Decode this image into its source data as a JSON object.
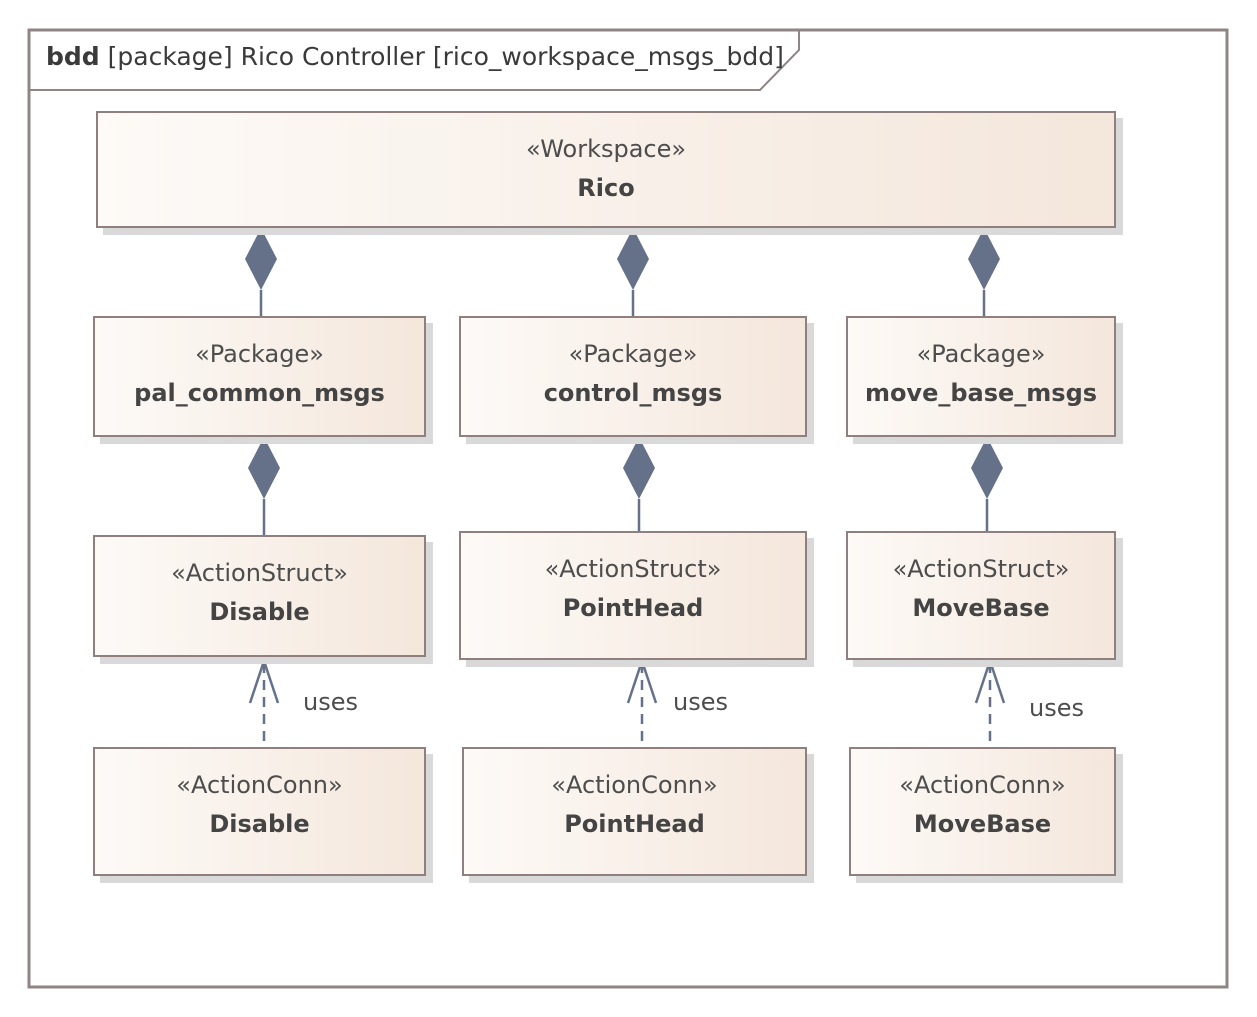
{
  "frame": {
    "kind": "bdd",
    "title": "[package] Rico Controller [rico_workspace_msgs_bdd]"
  },
  "blocks": {
    "rico": {
      "stereotype": "«Workspace»",
      "name": "Rico"
    },
    "pal_common_msgs": {
      "stereotype": "«Package»",
      "name": "pal_common_msgs"
    },
    "control_msgs": {
      "stereotype": "«Package»",
      "name": "control_msgs"
    },
    "move_base_msgs": {
      "stereotype": "«Package»",
      "name": "move_base_msgs"
    },
    "disable_struct": {
      "stereotype": "«ActionStruct»",
      "name": "Disable"
    },
    "pointhead_struct": {
      "stereotype": "«ActionStruct»",
      "name": "PointHead"
    },
    "movebase_struct": {
      "stereotype": "«ActionStruct»",
      "name": "MoveBase"
    },
    "disable_conn": {
      "stereotype": "«ActionConn»",
      "name": "Disable"
    },
    "pointhead_conn": {
      "stereotype": "«ActionConn»",
      "name": "PointHead"
    },
    "movebase_conn": {
      "stereotype": "«ActionConn»",
      "name": "MoveBase"
    }
  },
  "relations": {
    "composition": [
      {
        "from": "Rico",
        "to": "pal_common_msgs"
      },
      {
        "from": "Rico",
        "to": "control_msgs"
      },
      {
        "from": "Rico",
        "to": "move_base_msgs"
      },
      {
        "from": "pal_common_msgs",
        "to": "Disable"
      },
      {
        "from": "control_msgs",
        "to": "PointHead"
      },
      {
        "from": "move_base_msgs",
        "to": "MoveBase"
      }
    ],
    "dependency_label": "uses",
    "dependencies": [
      {
        "from": "ActionConn Disable",
        "to": "ActionStruct Disable",
        "label": "uses"
      },
      {
        "from": "ActionConn PointHead",
        "to": "ActionStruct PointHead",
        "label": "uses"
      },
      {
        "from": "ActionConn MoveBase",
        "to": "ActionStruct MoveBase",
        "label": "uses"
      }
    ]
  },
  "colors": {
    "frame_border": "#8f8585",
    "block_border": "#8f7f7f",
    "block_fill_left": "#fdfaf7",
    "block_fill_right": "#f4e7dc",
    "connector": "#657089",
    "shadow": "#d9d9d9"
  }
}
